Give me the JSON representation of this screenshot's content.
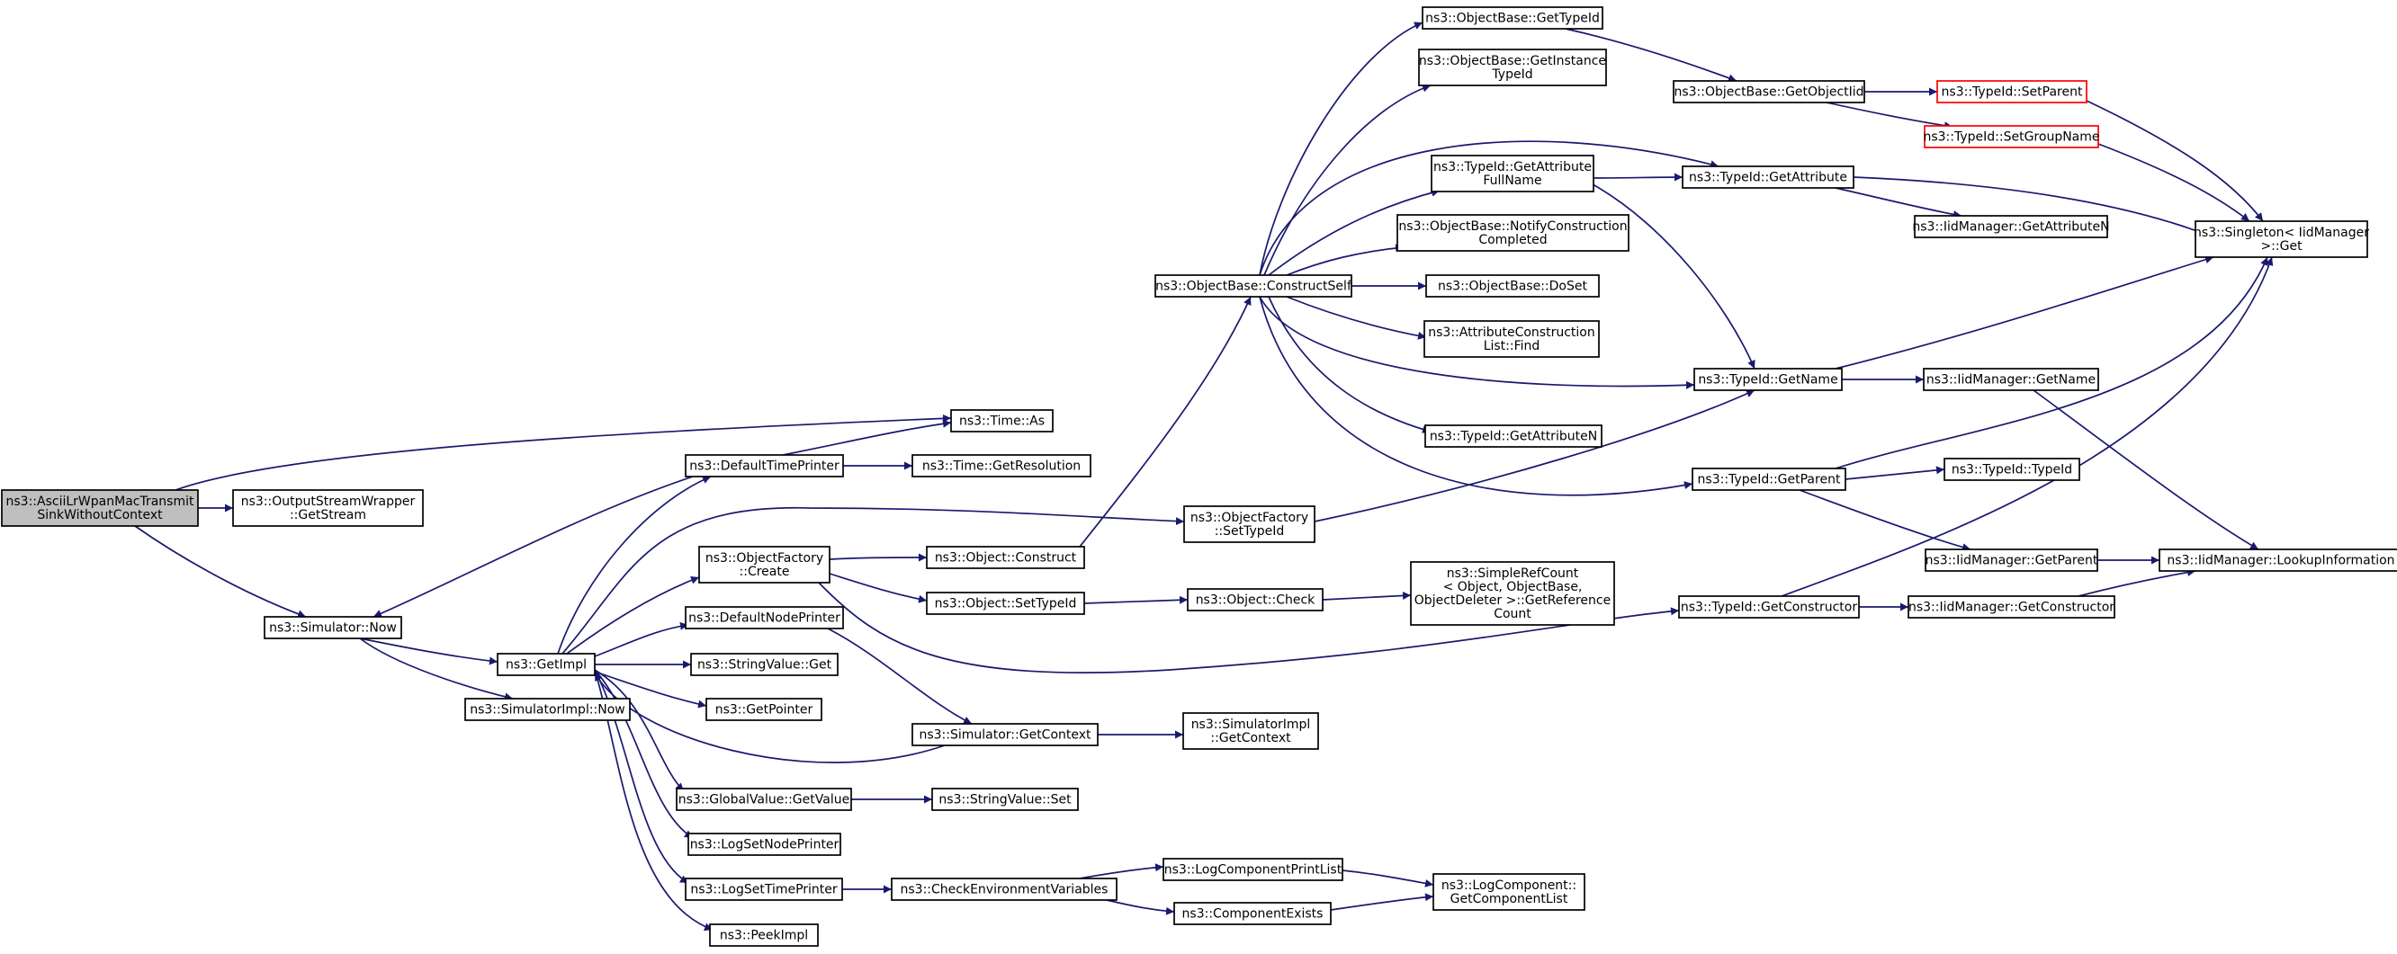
{
  "colors": {
    "edge": "#191970",
    "node_border": "#000000",
    "root_fill": "#bfbfbf",
    "highlight_border": "#ff0000",
    "background": "#ffffff"
  },
  "nodes": [
    {
      "id": "root",
      "lines": [
        "ns3::AsciiLrWpanMacTransmit",
        "SinkWithoutContext"
      ],
      "style": "root"
    },
    {
      "id": "getstream",
      "lines": [
        "ns3::OutputStreamWrapper",
        "::GetStream"
      ]
    },
    {
      "id": "simnow",
      "lines": [
        "ns3::Simulator::Now"
      ]
    },
    {
      "id": "getimpl",
      "lines": [
        "ns3::GetImpl"
      ]
    },
    {
      "id": "simimplnow",
      "lines": [
        "ns3::SimulatorImpl::Now"
      ]
    },
    {
      "id": "deftimeprinter",
      "lines": [
        "ns3::DefaultTimePrinter"
      ]
    },
    {
      "id": "timeas",
      "lines": [
        "ns3::Time::As"
      ]
    },
    {
      "id": "timegetres",
      "lines": [
        "ns3::Time::GetResolution"
      ]
    },
    {
      "id": "objfactcreate",
      "lines": [
        "ns3::ObjectFactory",
        "::Create"
      ]
    },
    {
      "id": "defnodeprinter",
      "lines": [
        "ns3::DefaultNodePrinter"
      ]
    },
    {
      "id": "stringvalueget",
      "lines": [
        "ns3::StringValue::Get"
      ]
    },
    {
      "id": "getpointer",
      "lines": [
        "ns3::GetPointer"
      ]
    },
    {
      "id": "globalvalueget",
      "lines": [
        "ns3::GlobalValue::GetValue"
      ]
    },
    {
      "id": "logsetnode",
      "lines": [
        "ns3::LogSetNodePrinter"
      ]
    },
    {
      "id": "logsettime",
      "lines": [
        "ns3::LogSetTimePrinter"
      ]
    },
    {
      "id": "peekimpl",
      "lines": [
        "ns3::PeekImpl"
      ]
    },
    {
      "id": "objconstruct",
      "lines": [
        "ns3::Object::Construct"
      ]
    },
    {
      "id": "objsettypeid",
      "lines": [
        "ns3::Object::SetTypeId"
      ]
    },
    {
      "id": "simgetcontext",
      "lines": [
        "ns3::Simulator::GetContext"
      ]
    },
    {
      "id": "stringvalueset",
      "lines": [
        "ns3::StringValue::Set"
      ]
    },
    {
      "id": "checkenv",
      "lines": [
        "ns3::CheckEnvironmentVariables"
      ]
    },
    {
      "id": "objfactsettypeid",
      "lines": [
        "ns3::ObjectFactory",
        "::SetTypeId"
      ]
    },
    {
      "id": "objcheck",
      "lines": [
        "ns3::Object::Check"
      ]
    },
    {
      "id": "simimplgetcontext",
      "lines": [
        "ns3::SimulatorImpl",
        "::GetContext"
      ]
    },
    {
      "id": "logcompprintlist",
      "lines": [
        "ns3::LogComponentPrintList"
      ]
    },
    {
      "id": "compexists",
      "lines": [
        "ns3::ComponentExists"
      ]
    },
    {
      "id": "constructself",
      "lines": [
        "ns3::ObjectBase::ConstructSelf"
      ]
    },
    {
      "id": "simplerefcount",
      "lines": [
        "ns3::SimpleRefCount",
        "< Object, ObjectBase,",
        "ObjectDeleter >::GetReference",
        "Count"
      ]
    },
    {
      "id": "logcompgetlist",
      "lines": [
        "ns3::LogComponent::",
        "GetComponentList"
      ]
    },
    {
      "id": "obgettypeid",
      "lines": [
        "ns3::ObjectBase::GetTypeId"
      ]
    },
    {
      "id": "obgetinstance",
      "lines": [
        "ns3::ObjectBase::GetInstance",
        "TypeId"
      ]
    },
    {
      "id": "tidgetattrfull",
      "lines": [
        "ns3::TypeId::GetAttribute",
        "FullName"
      ]
    },
    {
      "id": "obnotify",
      "lines": [
        "ns3::ObjectBase::NotifyConstruction",
        "Completed"
      ]
    },
    {
      "id": "obdoset",
      "lines": [
        "ns3::ObjectBase::DoSet"
      ]
    },
    {
      "id": "attrconstfind",
      "lines": [
        "ns3::AttributeConstruction",
        "List::Find"
      ]
    },
    {
      "id": "tidgetattrn",
      "lines": [
        "ns3::TypeId::GetAttributeN"
      ]
    },
    {
      "id": "obgetobjectiid",
      "lines": [
        "ns3::ObjectBase::GetObjectIid"
      ]
    },
    {
      "id": "tidgetattr",
      "lines": [
        "ns3::TypeId::GetAttribute"
      ]
    },
    {
      "id": "tidgetname",
      "lines": [
        "ns3::TypeId::GetName"
      ]
    },
    {
      "id": "tidgetparent",
      "lines": [
        "ns3::TypeId::GetParent"
      ]
    },
    {
      "id": "tidgetconstructor",
      "lines": [
        "ns3::TypeId::GetConstructor"
      ]
    },
    {
      "id": "tidsetparent",
      "lines": [
        "ns3::TypeId::SetParent"
      ],
      "style": "red"
    },
    {
      "id": "tidsetgroup",
      "lines": [
        "ns3::TypeId::SetGroupName"
      ],
      "style": "red"
    },
    {
      "id": "iidgetattrn",
      "lines": [
        "ns3::IidManager::GetAttributeN"
      ]
    },
    {
      "id": "iidgetname",
      "lines": [
        "ns3::IidManager::GetName"
      ]
    },
    {
      "id": "tidtypeid",
      "lines": [
        "ns3::TypeId::TypeId"
      ]
    },
    {
      "id": "iidgetparent",
      "lines": [
        "ns3::IidManager::GetParent"
      ]
    },
    {
      "id": "iidgetconstructor",
      "lines": [
        "ns3::IidManager::GetConstructor"
      ]
    },
    {
      "id": "singletonget",
      "lines": [
        "ns3::Singleton< IidManager",
        " >::Get"
      ]
    },
    {
      "id": "iidlookup",
      "lines": [
        "ns3::IidManager::LookupInformation"
      ]
    }
  ],
  "edges": [
    [
      "root",
      "getstream"
    ],
    [
      "root",
      "simnow"
    ],
    [
      "root",
      "timeas"
    ],
    [
      "simnow",
      "getimpl"
    ],
    [
      "simnow",
      "simimplnow"
    ],
    [
      "getimpl",
      "deftimeprinter"
    ],
    [
      "getimpl",
      "objfactcreate"
    ],
    [
      "getimpl",
      "defnodeprinter"
    ],
    [
      "getimpl",
      "stringvalueget"
    ],
    [
      "getimpl",
      "getpointer"
    ],
    [
      "getimpl",
      "globalvalueget"
    ],
    [
      "getimpl",
      "logsetnode"
    ],
    [
      "getimpl",
      "logsettime"
    ],
    [
      "getimpl",
      "peekimpl"
    ],
    [
      "getimpl",
      "objfactsettypeid"
    ],
    [
      "deftimeprinter",
      "simnow"
    ],
    [
      "deftimeprinter",
      "timeas"
    ],
    [
      "deftimeprinter",
      "timegetres"
    ],
    [
      "objfactcreate",
      "objconstruct"
    ],
    [
      "objfactcreate",
      "objsettypeid"
    ],
    [
      "objfactcreate",
      "tidgetconstructor"
    ],
    [
      "defnodeprinter",
      "simgetcontext"
    ],
    [
      "simgetcontext",
      "getimpl"
    ],
    [
      "simgetcontext",
      "simimplgetcontext"
    ],
    [
      "globalvalueget",
      "stringvalueset"
    ],
    [
      "logsettime",
      "checkenv"
    ],
    [
      "checkenv",
      "logcompprintlist"
    ],
    [
      "checkenv",
      "compexists"
    ],
    [
      "logcompprintlist",
      "logcompgetlist"
    ],
    [
      "compexists",
      "logcompgetlist"
    ],
    [
      "objconstruct",
      "constructself"
    ],
    [
      "objsettypeid",
      "objcheck"
    ],
    [
      "objcheck",
      "simplerefcount"
    ],
    [
      "objfactsettypeid",
      "tidgetname"
    ],
    [
      "constructself",
      "obgettypeid"
    ],
    [
      "constructself",
      "obgetinstance"
    ],
    [
      "constructself",
      "tidgetattrfull"
    ],
    [
      "constructself",
      "tidgetattr"
    ],
    [
      "constructself",
      "obnotify"
    ],
    [
      "constructself",
      "obdoset"
    ],
    [
      "constructself",
      "attrconstfind"
    ],
    [
      "constructself",
      "tidgetname"
    ],
    [
      "constructself",
      "tidgetattrn"
    ],
    [
      "constructself",
      "tidgetparent"
    ],
    [
      "obgettypeid",
      "obgetobjectiid"
    ],
    [
      "obgetobjectiid",
      "tidsetparent"
    ],
    [
      "obgetobjectiid",
      "tidsetgroup"
    ],
    [
      "tidsetparent",
      "singletonget"
    ],
    [
      "tidsetgroup",
      "singletonget"
    ],
    [
      "tidgetattrfull",
      "tidgetattr"
    ],
    [
      "tidgetattrfull",
      "tidgetname"
    ],
    [
      "tidgetattr",
      "iidgetattrn"
    ],
    [
      "tidgetattr",
      "singletonget"
    ],
    [
      "tidgetname",
      "singletonget"
    ],
    [
      "tidgetname",
      "iidgetname"
    ],
    [
      "iidgetname",
      "iidlookup"
    ],
    [
      "tidgetparent",
      "singletonget"
    ],
    [
      "tidgetparent",
      "tidtypeid"
    ],
    [
      "tidgetparent",
      "iidgetparent"
    ],
    [
      "iidgetparent",
      "iidlookup"
    ],
    [
      "tidgetconstructor",
      "singletonget"
    ],
    [
      "tidgetconstructor",
      "iidgetconstructor"
    ],
    [
      "iidgetconstructor",
      "iidlookup"
    ]
  ]
}
